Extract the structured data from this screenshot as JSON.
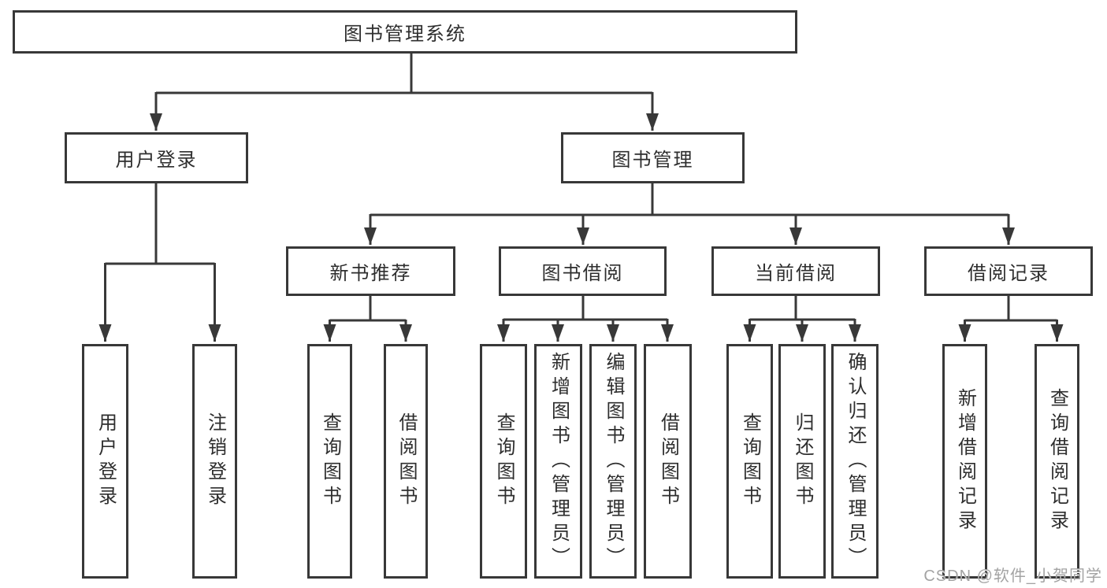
{
  "diagram": {
    "title": "图书管理系统",
    "children": [
      {
        "label": "用户登录",
        "children": [
          {
            "label": "用户登录"
          },
          {
            "label": "注销登录"
          }
        ]
      },
      {
        "label": "图书管理",
        "children": [
          {
            "label": "新书推荐",
            "children": [
              {
                "label": "查询图书"
              },
              {
                "label": "借阅图书"
              }
            ]
          },
          {
            "label": "图书借阅",
            "children": [
              {
                "label": "查询图书"
              },
              {
                "label": "新增图书（管理员）"
              },
              {
                "label": "编辑图书（管理员）"
              },
              {
                "label": "借阅图书"
              }
            ]
          },
          {
            "label": "当前借阅",
            "children": [
              {
                "label": "查询图书"
              },
              {
                "label": "归还图书"
              },
              {
                "label": "确认归还（管理员）"
              }
            ]
          },
          {
            "label": "借阅记录",
            "children": [
              {
                "label": "新增借阅记录"
              },
              {
                "label": "查询借阅记录"
              }
            ]
          }
        ]
      }
    ]
  },
  "watermark": {
    "text": "CSDN @软件_小贺同学"
  },
  "colors": {
    "line": "#383838",
    "box_border": "#383838",
    "text": "#2e2e2e",
    "watermark": "#a3a3a3",
    "background": "#ffffff"
  }
}
